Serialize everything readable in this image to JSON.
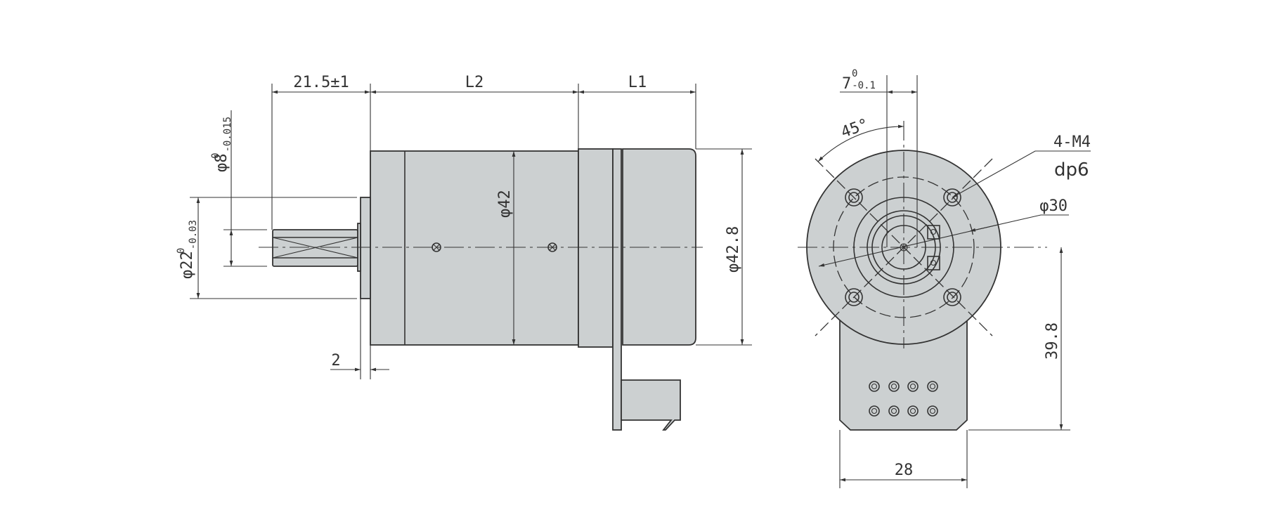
{
  "side_view": {
    "shaft_length": "21.5±1",
    "l2": "L2",
    "l1": "L1",
    "shaft_dia": {
      "main": "φ8",
      "upper": "0",
      "lower": "-0.015"
    },
    "pilot_dia": {
      "main": "φ22",
      "upper": "0",
      "lower": "-0.03"
    },
    "body_dia": "φ42",
    "rear_dia": "φ42.8",
    "flange_thickness": "2"
  },
  "front_view": {
    "flat": {
      "main": "7",
      "upper": "0",
      "lower": "-0.1"
    },
    "angle": "45°",
    "thread": "4-M4",
    "depth": "dp6",
    "bolt_circle": "φ30",
    "height": "39.8",
    "width": "28"
  },
  "colors": {
    "body_fill": "#ccd0d1",
    "line": "#333333"
  }
}
